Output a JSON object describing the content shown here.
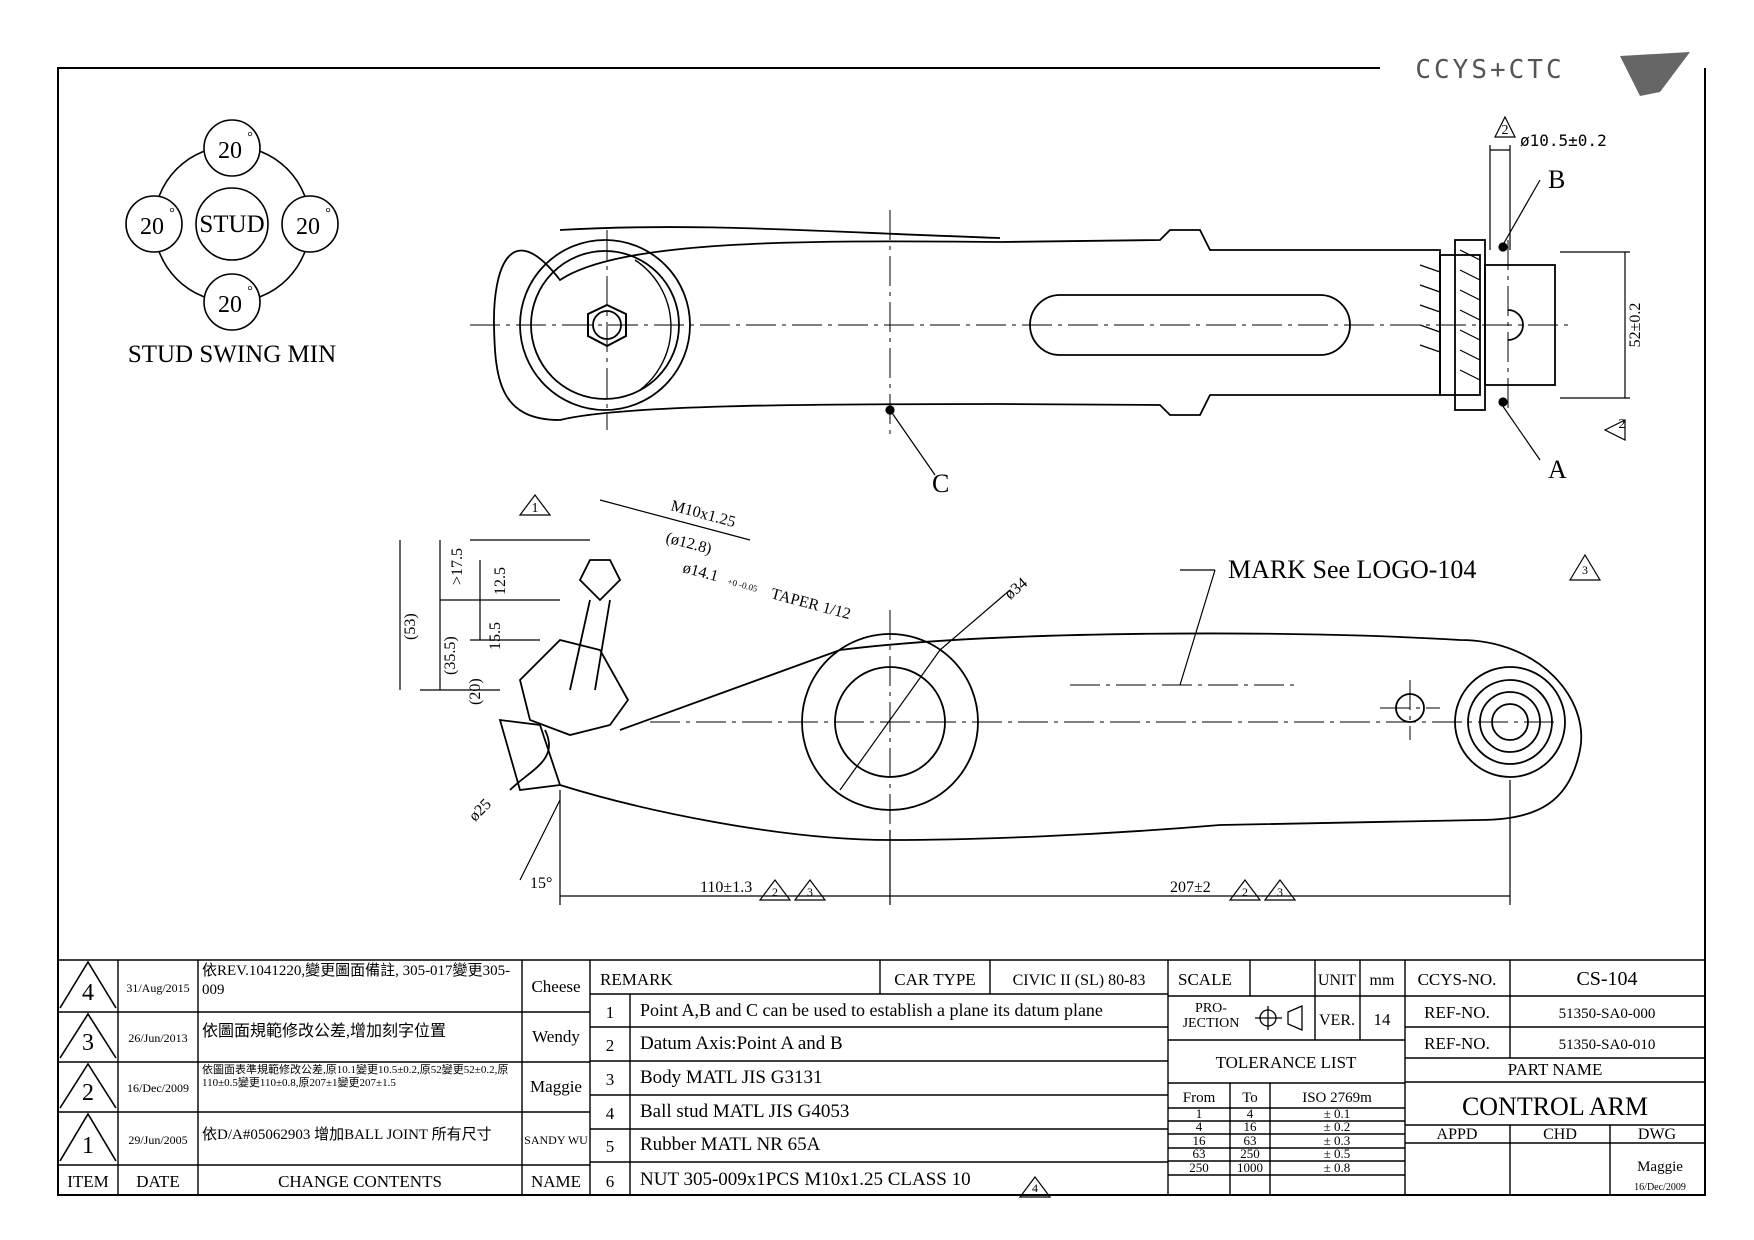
{
  "logo": {
    "text": "CCYS+CTC"
  },
  "stud_swing": {
    "top": "20",
    "left": "20",
    "right": "20",
    "bottom": "20",
    "degree_symbol": "°",
    "center": "STUD",
    "caption": "STUD SWING MIN"
  },
  "dims": {
    "d10": "ø10.5±0.2",
    "b_label": "B",
    "a_label": "A",
    "c_label": "C",
    "d52": "52±0.2",
    "m10": "M10x1.25",
    "d128": "(ø12.8)",
    "d141": "ø14.1",
    "d141_tol": "+0 -0.05",
    "taper": "TAPER 1/12",
    "d34": "ø34",
    "d175": ">17.5",
    "d125": "12.5",
    "d53": "(53)",
    "d355": "(35.5)",
    "d155": "15.5",
    "d20": "(20)",
    "d25": "ø25",
    "angle15": "15°",
    "d110": "110±1.3",
    "d207": "207±2",
    "mark": "MARK  See  LOGO-104",
    "rev1": "1",
    "rev2": "2",
    "rev3": "3"
  },
  "revisions": [
    {
      "item": "4",
      "date": "31/Aug/2015",
      "contents": "依REV.1041220,變更圖面備註, 305-017變更305-009",
      "name": "Cheese"
    },
    {
      "item": "3",
      "date": "26/Jun/2013",
      "contents": "依圖面規範修改公差,增加刻字位置",
      "name": "Wendy"
    },
    {
      "item": "2",
      "date": "16/Dec/2009",
      "contents": "依圖面表準規範修改公差,原10.1變更10.5±0.2,原52變更52±0.2,原110±0.5變更110±0.8,原207±1變更207±1.5",
      "name": "Maggie"
    },
    {
      "item": "1",
      "date": "29/Jun/2005",
      "contents": "依D/A#05062903 增加BALL JOINT 所有尺寸",
      "name": "SANDY WU"
    }
  ],
  "rev_header": {
    "item": "ITEM",
    "date": "DATE",
    "contents": "CHANGE CONTENTS",
    "name": "NAME"
  },
  "remark": {
    "label": "REMARK",
    "car_type_label": "CAR TYPE",
    "car_type": "CIVIC II (SL) 80-83",
    "items": [
      {
        "n": "1",
        "text": "Point A,B and C can be used to establish a plane its datum plane"
      },
      {
        "n": "2",
        "text": "Datum Axis:Point A and B"
      },
      {
        "n": "3",
        "text": "Body MATL JIS G3131"
      },
      {
        "n": "4",
        "text": "Ball stud MATL JIS G4053"
      },
      {
        "n": "5",
        "text": "Rubber MATL NR 65A"
      },
      {
        "n": "6",
        "text": "NUT 305-009x1PCS M10x1.25 CLASS 10"
      }
    ],
    "nut_rev": "4"
  },
  "info": {
    "scale_label": "SCALE",
    "scale": "",
    "unit_label": "UNIT",
    "unit": "mm",
    "projection_label": "PRO- JECTION",
    "ver_label": "VER.",
    "ver": "14",
    "tolerance_title": "TOLERANCE LIST",
    "tol_headers": [
      "From",
      "To",
      "ISO 2769m"
    ],
    "tol_rows": [
      [
        "1",
        "4",
        "± 0.1"
      ],
      [
        "4",
        "16",
        "± 0.2"
      ],
      [
        "16",
        "63",
        "± 0.3"
      ],
      [
        "63",
        "250",
        "± 0.5"
      ],
      [
        "250",
        "1000",
        "± 0.8"
      ]
    ]
  },
  "title": {
    "ccys_label": "CCYS-NO.",
    "ccys_no": "CS-104",
    "ref_label": "REF-NO.",
    "ref1": "51350-SA0-000",
    "ref2": "51350-SA0-010",
    "part_name_label": "PART NAME",
    "part_name": "CONTROL ARM",
    "appd": "APPD",
    "chd": "CHD",
    "dwg": "DWG",
    "dwg_name": "Maggie",
    "dwg_date": "16/Dec/2009"
  }
}
